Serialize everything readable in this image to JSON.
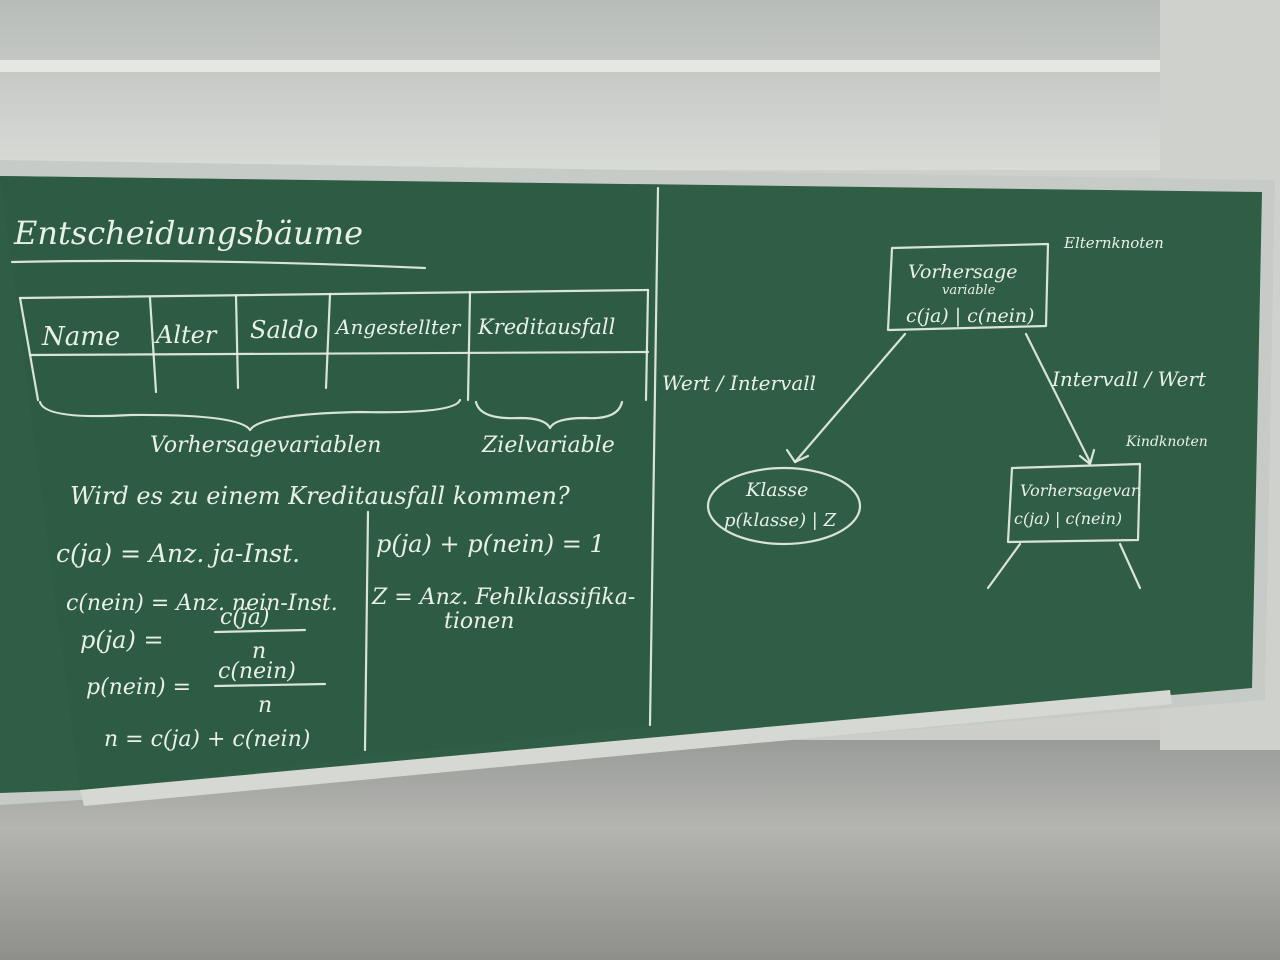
{
  "board": {
    "title": "Entscheidungsbäume",
    "table_headers": [
      "Name",
      "Alter",
      "Saldo",
      "Angestellter",
      "Kreditausfall"
    ],
    "brace_left_label": "Vorhersagevariablen",
    "brace_right_label": "Zielvariable",
    "question": "Wird es zu einem Kreditausfall kommen?",
    "formulas_left": [
      "c(ja) = Anz. ja-Inst.",
      "c(nein) = Anz. nein-Inst.",
      "p(ja) =",
      "p(nein) =",
      "n = c(ja) + c(nein)"
    ],
    "fraction_ja_num": "c(ja)",
    "fraction_ja_den": "n",
    "fraction_nein_num": "c(nein)",
    "fraction_nein_den": "n",
    "formulas_right": [
      "p(ja) + p(nein) = 1",
      "Z = Anz. Fehlklassifika-",
      "tionen"
    ]
  },
  "tree": {
    "parent_label": "Elternknoten",
    "root_line1": "Vorhersage",
    "root_line2": "variable",
    "root_line3": "c(ja) | c(nein)",
    "edge_left": "Wert / Intervall",
    "edge_right": "Intervall / Wert",
    "leaf_line1": "Klasse",
    "leaf_line2": "p(klasse) | Z",
    "child_label": "Kindknoten",
    "child_line1": "Vorhersagevar.",
    "child_line2": "c(ja) | c(nein)"
  },
  "colors": {
    "board": "#2f5e45",
    "chalk": "#e8efe6",
    "frame": "#c7cbc8"
  }
}
